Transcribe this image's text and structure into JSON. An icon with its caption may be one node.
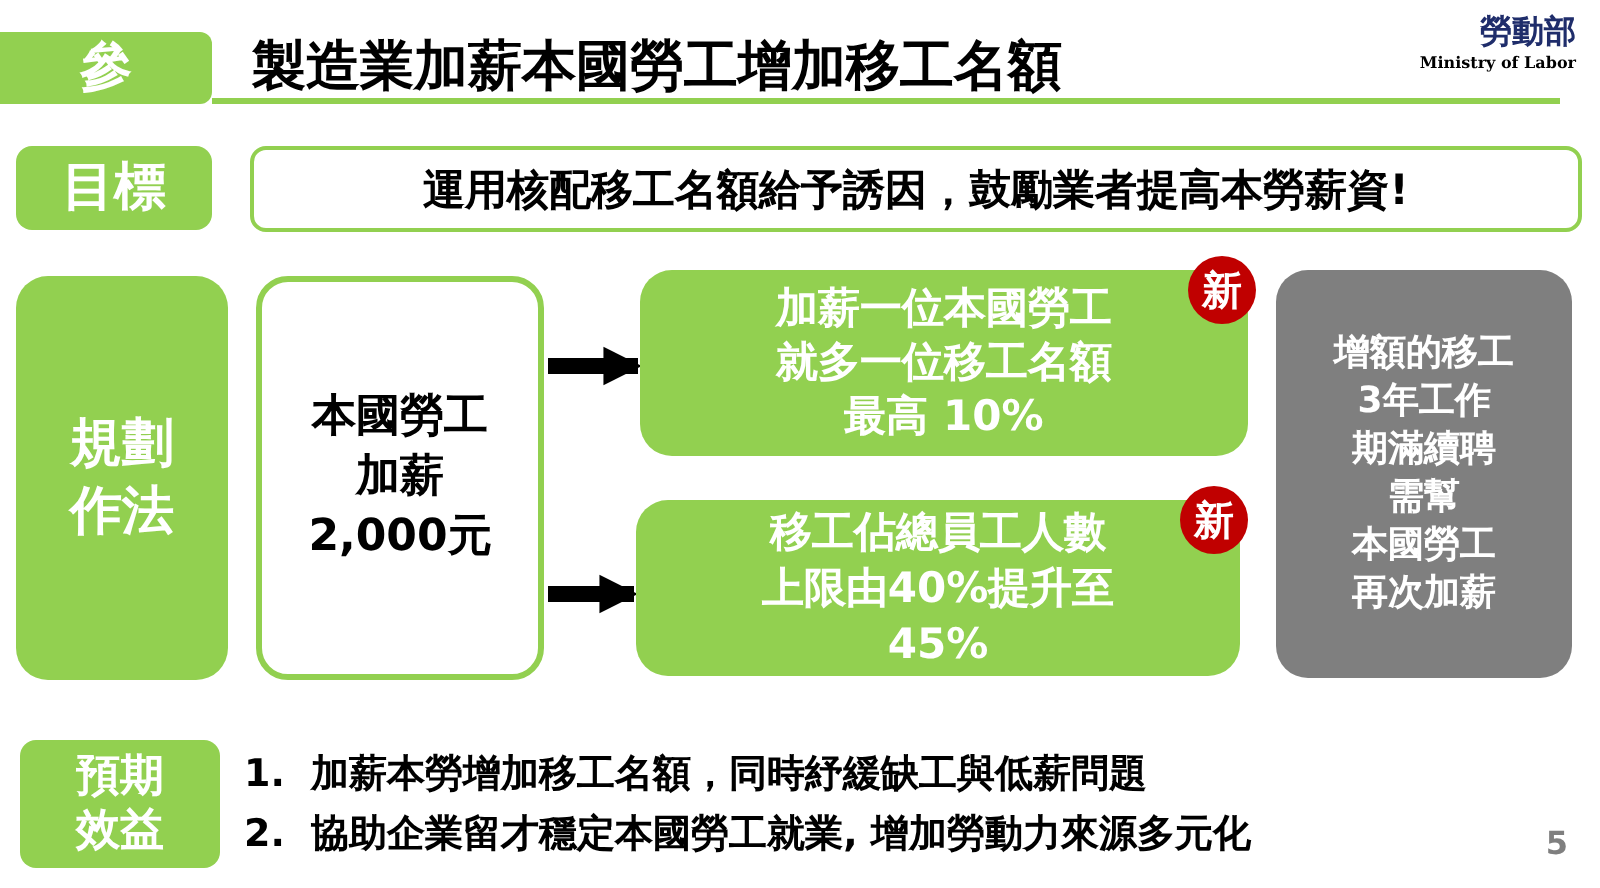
{
  "diagram": {
    "title": "製造業加薪本國勞工增加移工名額",
    "nodes": [
      {
        "text": [
          "參"
        ]
      },
      {
        "text": [
          "目標"
        ]
      },
      {
        "text": [
          "運用核配移工名額給予誘因，鼓勵業者提高本勞薪資!"
        ]
      },
      {
        "text": [
          "規劃作法"
        ]
      },
      {
        "text": [
          "本國勞工加薪2,000元"
        ]
      },
      {
        "text": [
          "加薪一位本國勞工就多一位移工名額最高 **10%**",
          "新"
        ]
      },
      {
        "text": [
          "移工佔總員工人數上限由40%提升至 **45%**",
          "新"
        ]
      },
      {
        "text": [
          "增額的移工3年工作期滿續聘需幫本國勞工再次加薪"
        ]
      },
      {
        "text": [
          "預期效益"
        ]
      }
    ],
    "edges": [
      {
        "from": 4,
        "to": 5,
        "arrow": "to"
      },
      {
        "from": 4,
        "to": 6,
        "arrow": "to"
      }
    ],
    "labels": [
      "勞動部",
      "Ministry of Labor",
      "1.  加薪本勞增加移工名額，同時紓緩缺工與低薪問題",
      "2.  協助企業留才穩定本國勞工就業, 增加勞動力來源多元化",
      "5"
    ]
  }
}
